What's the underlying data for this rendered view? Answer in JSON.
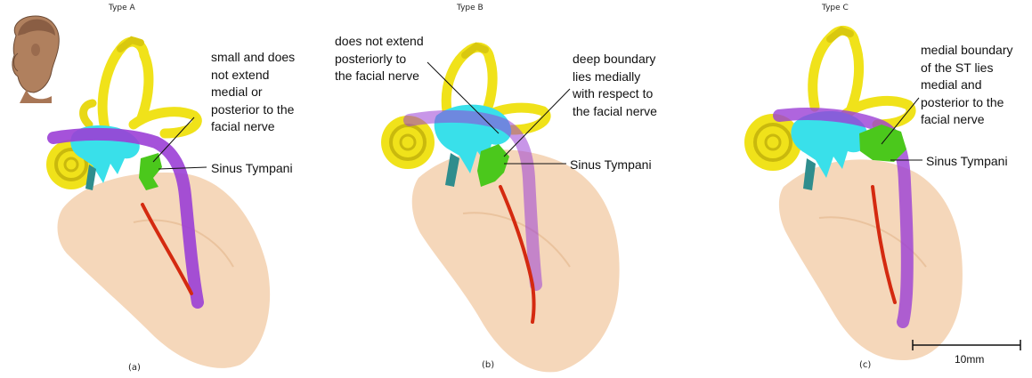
{
  "panels": [
    {
      "type_label": "Type A",
      "annotation_lines": [
        "small and does",
        "not extend",
        "medial or",
        "posterior to the",
        "facial nerve"
      ],
      "structure_label": "Sinus Tympani",
      "panel_label": "(a)"
    },
    {
      "type_label": "Type B",
      "left_annotation_lines": [
        "does not extend",
        "posteriorly to",
        "the facial nerve"
      ],
      "annotation_lines": [
        "deep boundary",
        "lies medially",
        "with respect to",
        "the facial nerve"
      ],
      "structure_label": "Sinus Tympani",
      "panel_label": "(b)"
    },
    {
      "type_label": "Type C",
      "annotation_lines": [
        "medial boundary",
        "of the ST lies",
        "medial and",
        "posterior to the",
        "facial nerve"
      ],
      "structure_label": "Sinus Tympani",
      "panel_label": "(c)"
    }
  ],
  "scale_bar": {
    "label": "10mm"
  },
  "colors": {
    "temporal_bone": "#f2c9a3",
    "semicircular_canals": "#f0e21a",
    "cochlea_vestibule": "#39e0ea",
    "facial_nerve": "#9b3fd6",
    "chorda_or_artery": "#d42a10",
    "sinus_tympani": "#4bc81c"
  },
  "icons": {
    "head_orientation": "head-orientation-icon"
  }
}
